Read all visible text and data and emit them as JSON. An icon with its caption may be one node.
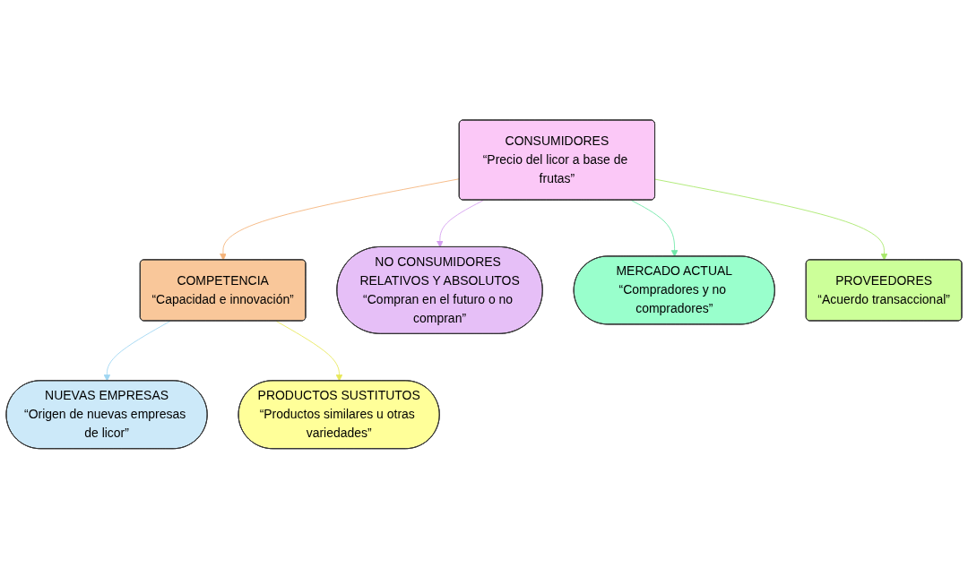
{
  "diagram": {
    "nodes": [
      {
        "text": [
          "NUEVAS EMPRESAS",
          "“Origen de nuevas empresas de licor”"
        ]
      },
      {
        "text": [
          "COMPETENCIA",
          "“Capacidad e innovación”"
        ]
      },
      {
        "text": [
          "PRODUCTOS SUSTITUTOS",
          "“Productos similares u otras variedades”"
        ]
      },
      {
        "text": [
          "NO CONSUMIDORES RELATIVOS Y ABSOLUTOS",
          "“Compran en el futuro o no compran”"
        ]
      },
      {
        "text": [
          "CONSUMIDORES",
          "“Precio del licor a base de frutas”"
        ]
      },
      {
        "text": [
          "MERCADO ACTUAL",
          "“Compradores y no compradores”"
        ]
      },
      {
        "text": [
          "PROVEEDORES",
          "“Acuerdo transaccional”"
        ]
      }
    ],
    "edges": [
      {
        "from": 1,
        "to": 0,
        "arrow": "to",
        "color": "#9fd6f2"
      },
      {
        "from": 1,
        "to": 2,
        "arrow": "to",
        "color": "#e8e85a"
      },
      {
        "from": 4,
        "to": 1,
        "arrow": "to",
        "color": "#f5b37a"
      },
      {
        "from": 4,
        "to": 3,
        "arrow": "to",
        "color": "#d49ef0"
      },
      {
        "from": 4,
        "to": 5,
        "arrow": "to",
        "color": "#6ee8a8"
      },
      {
        "from": 4,
        "to": 6,
        "arrow": "to",
        "color": "#a8e86a"
      }
    ]
  }
}
